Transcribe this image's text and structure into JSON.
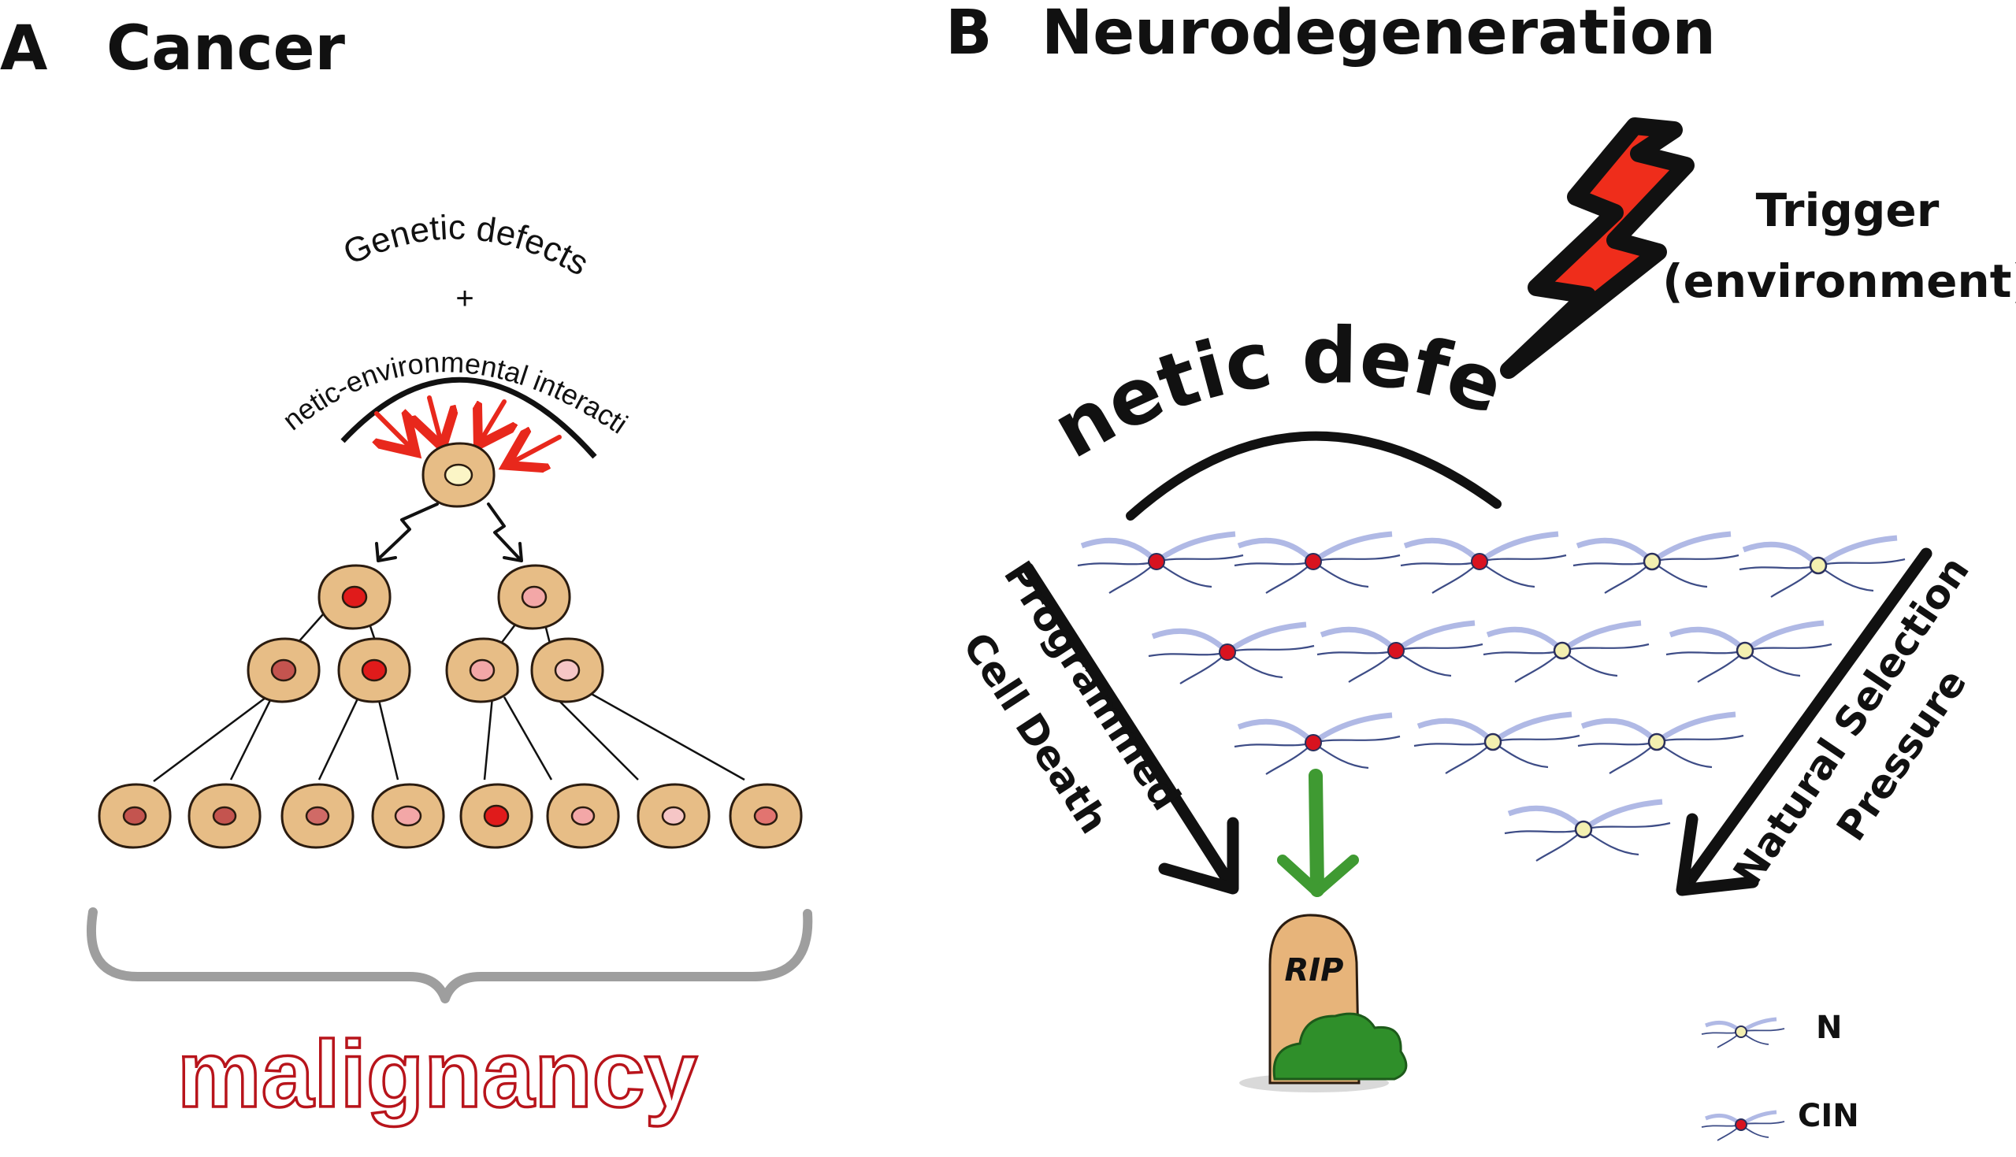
{
  "panel_a": {
    "letter": "A",
    "title": "Cancer",
    "arc_label_top": "Genetic defects",
    "arc_plus": "+",
    "arc_label_bottom": "Genetic-environmental interactions",
    "result_label": "malignancy",
    "colors": {
      "cell_body": "#e7bd86",
      "defect_arrow": "#e8281c",
      "malignancy_outline": "#b8141b",
      "brace": "#9e9e9e"
    }
  },
  "panel_b": {
    "letter": "B",
    "title": "Neurodegeneration",
    "trigger_label_line1": "Trigger",
    "trigger_label_line2": "(environment)",
    "genetic_defects_label": "Genetic defects",
    "left_arrow_line1": "Programmed",
    "left_arrow_line2": "Cell Death",
    "right_arrow_line1": "Natural Selection",
    "right_arrow_line2": "Pressure",
    "tombstone_text": "RIP",
    "legend": [
      {
        "label": "N",
        "nucleus_color": "#f3efb0"
      },
      {
        "label": "CIN",
        "nucleus_color": "#d8131f"
      }
    ],
    "colors": {
      "lightning": "#ef2d1b",
      "neuron": "#6f7fd0",
      "green_arrow": "#3f9a32",
      "tombstone": "#e7b47a",
      "bush": "#2f8f2a"
    }
  }
}
